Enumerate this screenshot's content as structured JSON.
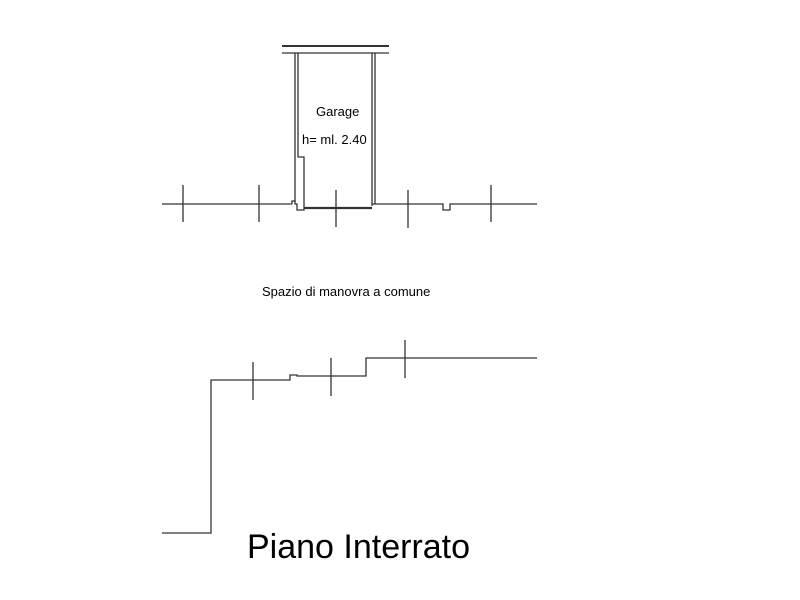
{
  "labels": {
    "room_name": "Garage",
    "room_height": "h= ml. 2.40",
    "shared_area": "Spazio di manovra a comune",
    "floor_title": "Piano Interrato"
  },
  "colors": {
    "line": "#333333",
    "text": "#000000",
    "background": "#ffffff"
  }
}
